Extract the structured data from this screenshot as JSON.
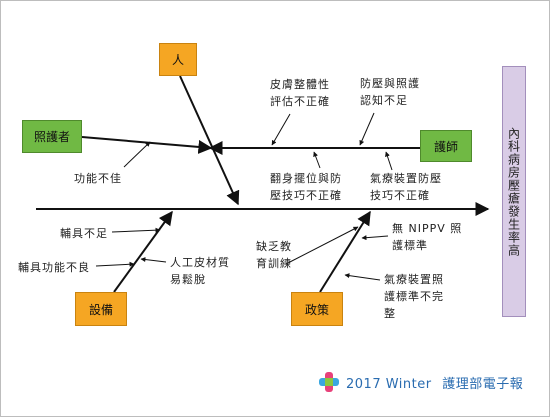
{
  "result": "內科病房壓瘡發生率高",
  "categories": {
    "person": "人",
    "caregiver": "照護者",
    "nurse": "護師",
    "equipment": "設備",
    "policy": "政策"
  },
  "causes": {
    "skin_assessment": "皮膚整體性\n評估不正確",
    "prevention_knowledge": "防壓與照護\n認知不足",
    "function_poor": "功能不佳",
    "turning_technique": "翻身擺位與防\n壓技巧不正確",
    "airbed_technique": "氣療裝置防壓\n技巧不正確",
    "aid_shortage": "輔具不足",
    "aid_malfunction": "輔具功能不良",
    "artificial_skin": "人工皮材質\n易鬆脫",
    "lack_education": "缺乏教\n育訓練",
    "no_nippv_standard": "無 NIPPV 照\n護標準",
    "airbed_standard": "氣療裝置照\n護標準不完\n整"
  },
  "footer": {
    "year": "2017 Winter",
    "title": "護理部電子報"
  },
  "colors": {
    "orange": "#f5a623",
    "green": "#70b944",
    "lavender": "#d9cce6",
    "footer_blue": "#2a6cb0"
  }
}
